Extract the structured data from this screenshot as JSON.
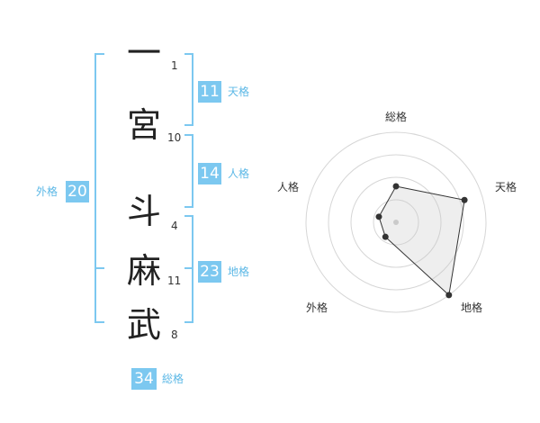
{
  "name": {
    "characters": [
      {
        "char": "一",
        "strokes": "1"
      },
      {
        "char": "宮",
        "strokes": "10"
      },
      {
        "char": "斗",
        "strokes": "4"
      },
      {
        "char": "麻",
        "strokes": "11"
      },
      {
        "char": "武",
        "strokes": "8"
      }
    ]
  },
  "kaku": {
    "tenkaku": {
      "value": "11",
      "label": "天格"
    },
    "jinkaku": {
      "value": "14",
      "label": "人格"
    },
    "chikaku": {
      "value": "23",
      "label": "地格"
    },
    "gaikaku": {
      "value": "20",
      "label": "外格"
    },
    "soukaku": {
      "value": "34",
      "label": "総格"
    }
  },
  "colors": {
    "accent": "#7cc8f0",
    "label": "#5cb8e6",
    "bracket": "#7cc8f0"
  },
  "chart_data": {
    "type": "radar",
    "axes": [
      "総格",
      "天格",
      "地格",
      "外格",
      "人格"
    ],
    "values": [
      2,
      4,
      5,
      1,
      1
    ],
    "max": 5,
    "rings": 4
  }
}
